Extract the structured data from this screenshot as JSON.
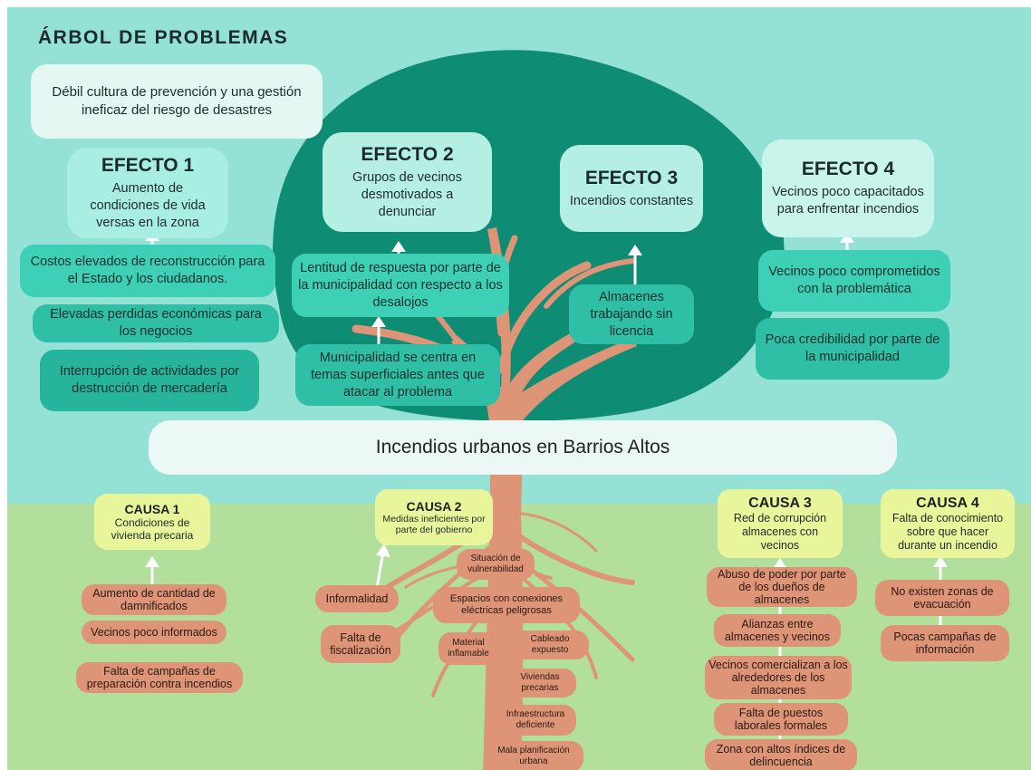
{
  "title": "ÁRBOL DE PROBLEMAS",
  "top_note": "Débil cultura de prevención y una gestión ineficaz del riesgo de desastres",
  "efectos": [
    {
      "titulo": "EFECTO 1",
      "texto": "Aumento de condiciones de vida versas en la zona"
    },
    {
      "titulo": "EFECTO 2",
      "texto": "Grupos de vecinos desmotivados a denunciar"
    },
    {
      "titulo": "EFECTO 3",
      "texto": "Incendios constantes"
    },
    {
      "titulo": "EFECTO 4",
      "texto": "Vecinos poco capacitados para enfrentar incendios"
    }
  ],
  "efecto1_detalles": [
    "Costos elevados de reconstrucción para el Estado y los ciudadanos.",
    "Elevadas perdidas económicas para los negocios",
    "Interrupción de actividades por destrucción de mercadería"
  ],
  "efecto2_detalles": [
    "Lentitud de respuesta por parte de la municipalidad con respecto a los desalojos",
    "Municipalidad se centra en temas superficiales antes que atacar al problema"
  ],
  "efecto3_detalles": [
    "Almacenes trabajando sin licencia"
  ],
  "efecto4_detalles": [
    "Vecinos poco comprometidos con la problemática",
    "Poca credibilidad por parte de la municipalidad"
  ],
  "problema_central": "Incendios urbanos en Barrios Altos",
  "causas": [
    {
      "titulo": "CAUSA 1",
      "texto": "Condiciones de vivienda precaria"
    },
    {
      "titulo": "CAUSA 2",
      "texto": "Medidas ineficientes por parte del gobierno"
    },
    {
      "titulo": "CAUSA 3",
      "texto": "Red de corrupción almacenes con vecinos"
    },
    {
      "titulo": "CAUSA 4",
      "texto": "Falta de conocimiento sobre que hacer durante un incendio"
    }
  ],
  "causa1_raices": [
    "Aumento de cantidad de damnificados",
    "Vecinos poco informados",
    "Falta de campañas de preparación contra incendios"
  ],
  "causa2_raices": {
    "situacion": "Situación de vulnerabilidad",
    "informalidad": "Informalidad",
    "fiscalizacion": "Falta de fiscalización",
    "espacios": "Espacios con conexiones eléctricas peligrosas",
    "material": "Material inflamable",
    "cableado": "Cableado expuesto",
    "viviendas": "Viviendas precarias",
    "infraestructura": "Infraestructura deficiente",
    "planificacion": "Mala planificación urbana"
  },
  "causa3_raices": [
    "Abuso de poder por parte de los dueños de almacenes",
    "Alianzas entre almacenes y vecinos",
    "Vecinos comercializan a los alrededores de los almacenes",
    "Falta de puestos laborales formales",
    "Zona con altos índices de delincuencia"
  ],
  "causa4_raices": [
    "No existen zonas de evacuación",
    "Pocas campañas de información"
  ],
  "colors": {
    "sky": "#94E2D5",
    "ground": "#B2E09C",
    "canopy": "#0E8C74",
    "trunk": "#DE9477",
    "causa": "#E9F59A",
    "efecto": "#B5EFE4"
  }
}
